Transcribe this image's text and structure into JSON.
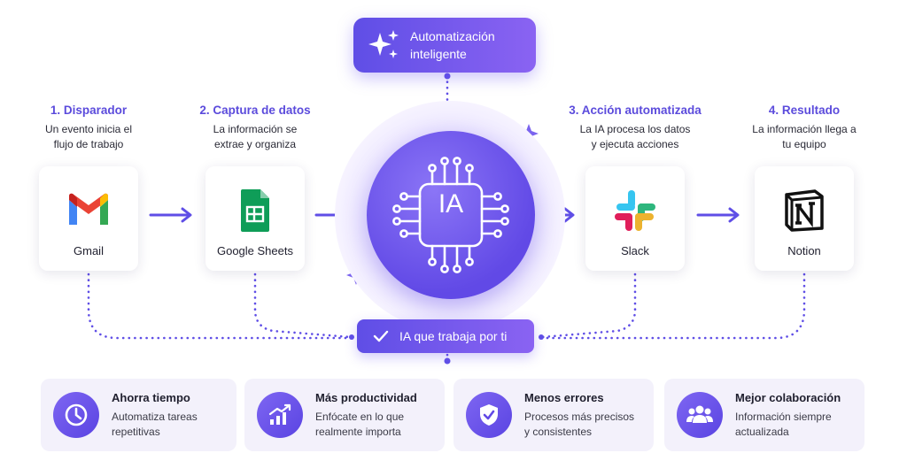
{
  "top_banner": {
    "text": "Automatización inteligente"
  },
  "steps": [
    {
      "title": "1. Disparador",
      "desc": "Un evento inicia el flujo de trabajo",
      "app": "Gmail"
    },
    {
      "title": "2. Captura de datos",
      "desc": "La información se extrae y organiza",
      "app": "Google Sheets"
    },
    {
      "title": "3. Acción automatizada",
      "desc": "La IA procesa los datos y ejecuta acciones",
      "app": "Slack"
    },
    {
      "title": "4. Resultado",
      "desc": "La información llega a tu equipo",
      "app": "Notion"
    }
  ],
  "core": {
    "label": "IA"
  },
  "middle_banner": {
    "text": "IA que trabaja por ti"
  },
  "benefits": [
    {
      "title": "Ahorra tiempo",
      "desc": "Automatiza tareas repetitivas",
      "icon": "clock-icon"
    },
    {
      "title": "Más productividad",
      "desc": "Enfócate en lo que realmente importa",
      "icon": "chart-growth-icon"
    },
    {
      "title": "Menos errores",
      "desc": "Procesos más precisos y consistentes",
      "icon": "shield-check-icon"
    },
    {
      "title": "Mejor colaboración",
      "desc": "Información siempre actualizada",
      "icon": "team-icon"
    }
  ],
  "colors": {
    "accent": "#6149e6",
    "accent_light": "#8a63f2",
    "title": "#5b4bdc",
    "benefit_bg": "#f3f1fb"
  }
}
